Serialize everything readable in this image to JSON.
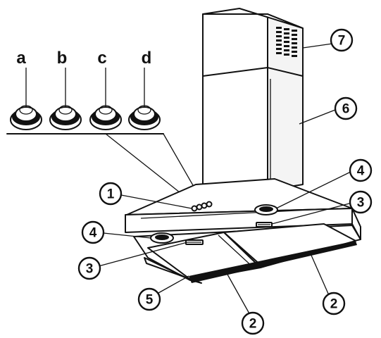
{
  "knobs": {
    "a": "a",
    "b": "b",
    "c": "c",
    "d": "d"
  },
  "callouts": {
    "c1": "1",
    "c2a": "2",
    "c2b": "2",
    "c3a": "3",
    "c3b": "3",
    "c4a": "4",
    "c4b": "4",
    "c5": "5",
    "c6": "6",
    "c7": "7"
  },
  "colors": {
    "line": "#111111",
    "background": "#ffffff"
  }
}
